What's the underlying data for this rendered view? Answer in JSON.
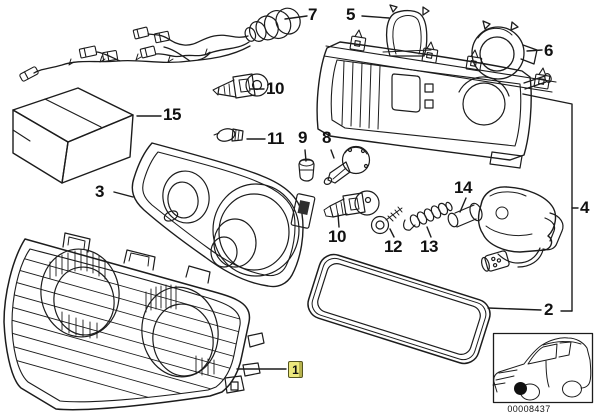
{
  "diagram": {
    "callouts": [
      {
        "label": "7"
      },
      {
        "label": "5"
      },
      {
        "label": "6"
      },
      {
        "label": "15"
      },
      {
        "label": "10"
      },
      {
        "label": "11"
      },
      {
        "label": "9"
      },
      {
        "label": "8"
      },
      {
        "label": "3"
      },
      {
        "label": "14"
      },
      {
        "label": "4"
      },
      {
        "label": "12"
      },
      {
        "label": "13"
      },
      {
        "label": "10"
      },
      {
        "label": "2"
      },
      {
        "label": "1",
        "highlighted": true
      }
    ],
    "highlighted_part": "1",
    "inset": {
      "image_code": "00008437"
    },
    "colors": {
      "line": "#1c1c1c",
      "background": "#ffffff",
      "highlight_fill": "#ece87d",
      "highlight_border": "#55551f"
    }
  }
}
